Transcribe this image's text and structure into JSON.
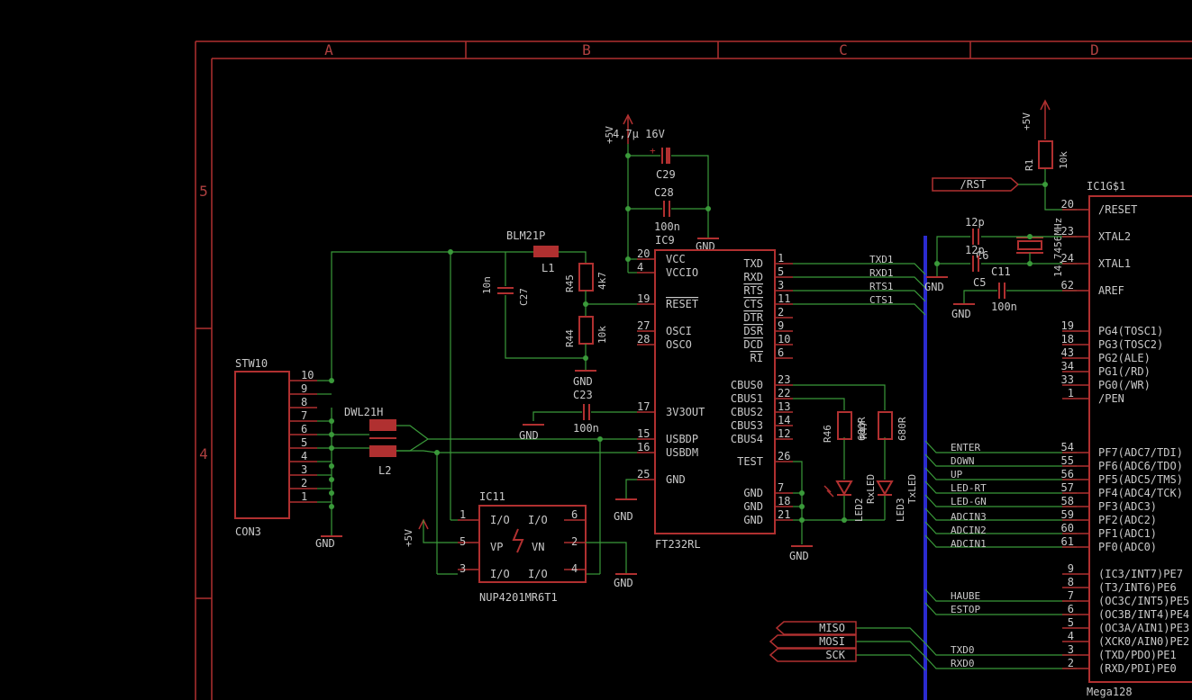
{
  "frame": {
    "columns": [
      "A",
      "B",
      "C",
      "D"
    ],
    "rows": [
      "5",
      "4"
    ]
  },
  "colors": {
    "background": "#000000",
    "part": "#b03030",
    "net": "#3a9a3a",
    "bus": "#2b2bd0",
    "text": "#c9c9c9"
  },
  "labels": {
    "ft232": {
      "name": "IC9",
      "value": "FT232RL",
      "left_pins": [
        {
          "num": "20",
          "name": "VCC"
        },
        {
          "num": "4",
          "name": "VCCIO"
        },
        {
          "num": "19",
          "name": "RESET"
        },
        {
          "num": "27",
          "name": "OSCI"
        },
        {
          "num": "28",
          "name": "OSCO"
        },
        {
          "num": "17",
          "name": "3V3OUT"
        },
        {
          "num": "15",
          "name": "USBDP"
        },
        {
          "num": "16",
          "name": "USBDM"
        },
        {
          "num": "25",
          "name": "GND"
        }
      ],
      "right_pins": [
        {
          "num": "1",
          "name": "TXD"
        },
        {
          "num": "5",
          "name": "RXD"
        },
        {
          "num": "3",
          "name": "RTS"
        },
        {
          "num": "11",
          "name": "CTS"
        },
        {
          "num": "2",
          "name": "DTR"
        },
        {
          "num": "9",
          "name": "DSR"
        },
        {
          "num": "10",
          "name": "DCD"
        },
        {
          "num": "6",
          "name": "RI"
        },
        {
          "num": "23",
          "name": "CBUS0"
        },
        {
          "num": "22",
          "name": "CBUS1"
        },
        {
          "num": "13",
          "name": "CBUS2"
        },
        {
          "num": "14",
          "name": "CBUS3"
        },
        {
          "num": "12",
          "name": "CBUS4"
        },
        {
          "num": "26",
          "name": "TEST"
        },
        {
          "num": "7",
          "name": "GND"
        },
        {
          "num": "18",
          "name": "GND"
        },
        {
          "num": "21",
          "name": "GND"
        }
      ]
    },
    "connector": {
      "name": "STW10",
      "value": "CON3",
      "pins": [
        "10",
        "9",
        "8",
        "7",
        "6",
        "5",
        "4",
        "3",
        "2",
        "1"
      ]
    },
    "ic11": {
      "name": "IC11",
      "value": "NUP4201MR6T1",
      "pins": [
        "1",
        "5",
        "3",
        "6",
        "2",
        "4"
      ],
      "io": "I/O",
      "vp": "VP",
      "vn": "VN"
    },
    "mega": {
      "name": "IC1G$1",
      "value": "Mega128",
      "pins": [
        {
          "num": "20",
          "name": "/RESET"
        },
        {
          "num": "23",
          "name": "XTAL2"
        },
        {
          "num": "24",
          "name": "XTAL1"
        },
        {
          "num": "62",
          "name": "AREF"
        },
        {
          "num": "19",
          "name": "PG4(TOSC1)"
        },
        {
          "num": "18",
          "name": "PG3(TOSC2)"
        },
        {
          "num": "43",
          "name": "PG2(ALE)"
        },
        {
          "num": "34",
          "name": "PG1(/RD)"
        },
        {
          "num": "33",
          "name": "PG0(/WR)"
        },
        {
          "num": "1",
          "name": "/PEN"
        },
        {
          "num": "54",
          "name": "PF7(ADC7/TDI)"
        },
        {
          "num": "55",
          "name": "PF6(ADC6/TDO)"
        },
        {
          "num": "56",
          "name": "PF5(ADC5/TMS)"
        },
        {
          "num": "57",
          "name": "PF4(ADC4/TCK)"
        },
        {
          "num": "58",
          "name": "PF3(ADC3)"
        },
        {
          "num": "59",
          "name": "PF2(ADC2)"
        },
        {
          "num": "60",
          "name": "PF1(ADC1)"
        },
        {
          "num": "61",
          "name": "PF0(ADC0)"
        },
        {
          "num": "9",
          "name": "(IC3/INT7)PE7"
        },
        {
          "num": "8",
          "name": "(T3/INT6)PE6"
        },
        {
          "num": "7",
          "name": "(OC3C/INT5)PE5"
        },
        {
          "num": "6",
          "name": "(OC3B/INT4)PE4"
        },
        {
          "num": "5",
          "name": "(OC3A/AIN1)PE3"
        },
        {
          "num": "4",
          "name": "(XCK0/AIN0)PE2"
        },
        {
          "num": "3",
          "name": "(TXD/PDO)PE1"
        },
        {
          "num": "2",
          "name": "(RXD/PDI)PE0"
        }
      ]
    },
    "nets": {
      "txd1": "TXD1",
      "rxd1": "RXD1",
      "rts1": "RTS1",
      "cts1": "CTS1",
      "enter": "ENTER",
      "down": "DOWN",
      "up": "UP",
      "led_rt": "LED-RT",
      "led_gn": "LED-GN",
      "adcin3": "ADCIN3",
      "adcin2": "ADCIN2",
      "adcin1": "ADCIN1",
      "haube": "HAUBE",
      "estop": "ESTOP",
      "txd0": "TXD0",
      "rxd0": "RXD0",
      "rst": "/RST",
      "miso": "MISO",
      "mosi": "MOSI",
      "sck": "SCK"
    },
    "passives": {
      "l1_value": "BLM21P",
      "l1_name": "L1",
      "l2_value": "DWL21H",
      "l2_name": "L2",
      "c29_value": "4,7µ 16V",
      "c29_name": "C29",
      "c28_name": "C28",
      "c28_value": "100n",
      "c27_name": "C27",
      "c27_value": "10n",
      "c23_name": "C23",
      "c23_value": "100n",
      "r45_name": "R45",
      "r45_value": "4k7",
      "r44_name": "R44",
      "r44_value": "10k",
      "r46_name": "R46",
      "r46_value": "680R",
      "r47_name": "R47",
      "r47_value": "680R",
      "led2_name": "LED2",
      "led2_value": "RxLED",
      "led3_name": "LED3",
      "led3_value": "TxLED",
      "r1_name": "R1",
      "r1_value": "10k",
      "c6_name": "C6",
      "c6_value": "12p",
      "c5_name": "C5",
      "c5_value": "12p",
      "c11_name": "C11",
      "c11_value": "100n",
      "q_value": "14,7456MHz"
    },
    "power": {
      "p5v": "+5V",
      "gnd": "GND"
    }
  }
}
